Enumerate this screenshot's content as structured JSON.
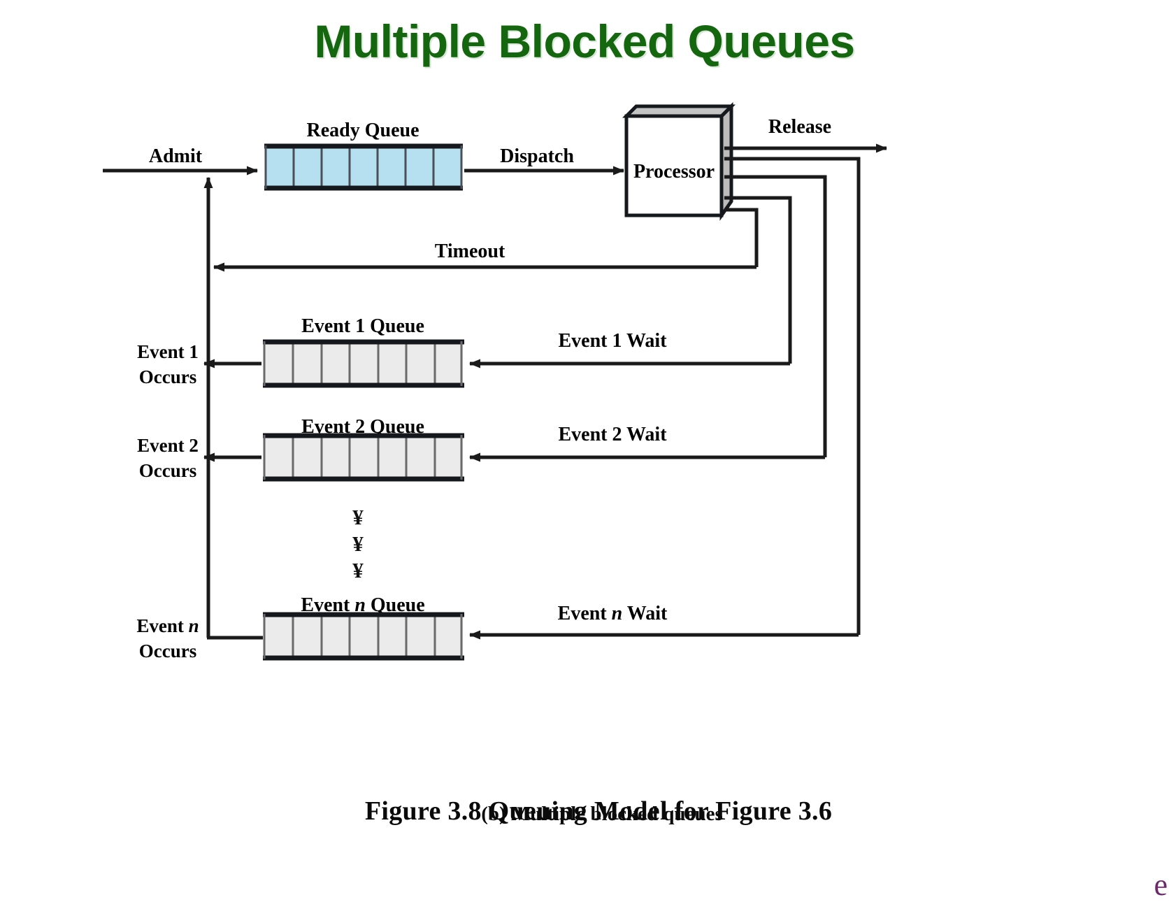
{
  "slide": {
    "title": "Multiple Blocked Queues",
    "title_color": "#14660f",
    "background": "#ffffff"
  },
  "figure": {
    "subcaption": "(b) Multiple blocked queues",
    "caption": "Figure 3.8  Queuing Model for Figure 3.6",
    "corner_mark": "e",
    "ready_queue_fill": "#b6e0ef",
    "event_queue_fill": "#ebebeb",
    "processor_face_fill": "#ffffff",
    "processor_shade_fill": "#bcbcbc",
    "stroke_color": "#1a1a1a",
    "queue_cells": 7,
    "vertical_dots_glyph": "¥"
  },
  "labels": {
    "admit": "Admit",
    "ready_queue": "Ready Queue",
    "dispatch": "Dispatch",
    "processor": "Processor",
    "release": "Release",
    "timeout": "Timeout",
    "event1_queue_pre": "Event 1 Queue",
    "event1_occurs_l1": "Event 1",
    "event1_occurs_l2": "Occurs",
    "event1_wait": "Event 1 Wait",
    "event2_queue_pre": "Event 2 Queue",
    "event2_occurs_l1": "Event 2",
    "event2_occurs_l2": "Occurs",
    "event2_wait": "Event 2 Wait",
    "eventn_queue_pre": "Event",
    "eventn_queue_ital": "n",
    "eventn_queue_post": "Queue",
    "eventn_occurs_pre": "Event",
    "eventn_occurs_ital": "n",
    "eventn_occurs_l2": "Occurs",
    "eventn_wait_pre": "Event",
    "eventn_wait_ital": "n",
    "eventn_wait_post": "Wait"
  },
  "queues": [
    {
      "name": "ready-queue",
      "label": "Ready Queue",
      "cells": 7,
      "fill": "#b6e0ef"
    },
    {
      "name": "event-1-queue",
      "label": "Event 1 Queue",
      "cells": 7,
      "fill": "#ebebeb"
    },
    {
      "name": "event-2-queue",
      "label": "Event 2 Queue",
      "cells": 7,
      "fill": "#ebebeb"
    },
    {
      "name": "event-n-queue",
      "label": "Event n Queue",
      "cells": 7,
      "fill": "#ebebeb"
    }
  ],
  "flows": [
    {
      "name": "admit",
      "label": "Admit"
    },
    {
      "name": "dispatch",
      "label": "Dispatch"
    },
    {
      "name": "release",
      "label": "Release"
    },
    {
      "name": "timeout",
      "label": "Timeout"
    },
    {
      "name": "event-1-wait",
      "label": "Event 1 Wait"
    },
    {
      "name": "event-2-wait",
      "label": "Event 2 Wait"
    },
    {
      "name": "event-n-wait",
      "label": "Event n Wait"
    },
    {
      "name": "event-1-occurs",
      "label": "Event 1 Occurs"
    },
    {
      "name": "event-2-occurs",
      "label": "Event 2 Occurs"
    },
    {
      "name": "event-n-occurs",
      "label": "Event n Occurs"
    }
  ]
}
